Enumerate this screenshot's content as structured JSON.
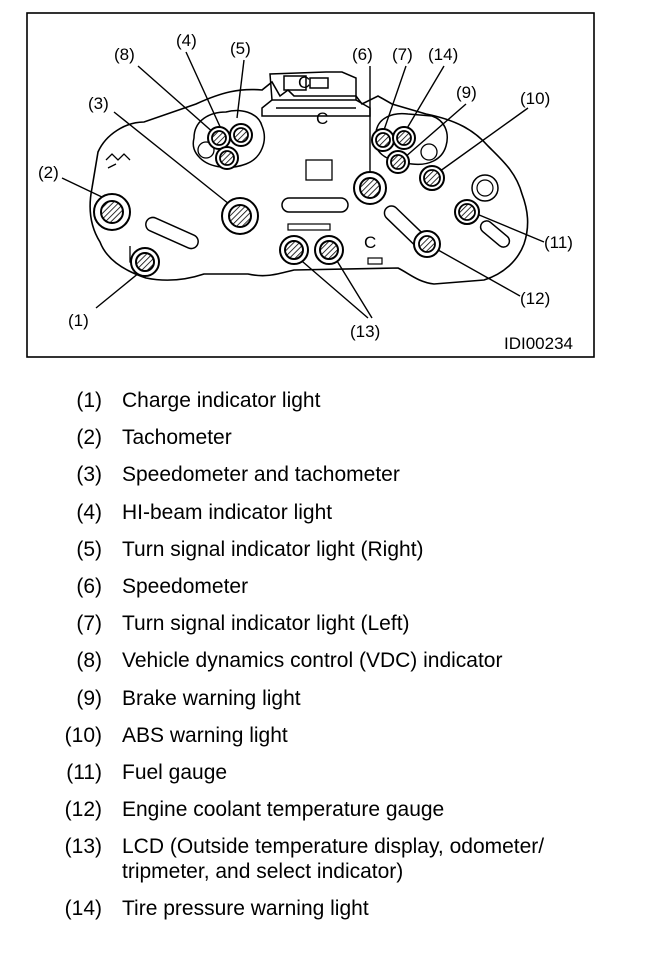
{
  "figure": {
    "id_label": "IDI00234",
    "callouts": [
      "(1)",
      "(2)",
      "(3)",
      "(4)",
      "(5)",
      "(6)",
      "(7)",
      "(8)",
      "(9)",
      "(10)",
      "(11)",
      "(12)",
      "(13)",
      "(14)"
    ],
    "plate_marks": [
      "C",
      "C",
      "C"
    ]
  },
  "legend": [
    {
      "num": "(1)",
      "text": "Charge indicator light"
    },
    {
      "num": "(2)",
      "text": "Tachometer"
    },
    {
      "num": "(3)",
      "text": "Speedometer and tachometer"
    },
    {
      "num": "(4)",
      "text": "HI-beam indicator light"
    },
    {
      "num": "(5)",
      "text": "Turn signal indicator light (Right)"
    },
    {
      "num": "(6)",
      "text": "Speedometer"
    },
    {
      "num": "(7)",
      "text": "Turn signal indicator light (Left)"
    },
    {
      "num": "(8)",
      "text": "Vehicle dynamics control (VDC) indicator"
    },
    {
      "num": "(9)",
      "text": "Brake warning light"
    },
    {
      "num": "(10)",
      "text": "ABS warning light"
    },
    {
      "num": "(11)",
      "text": "Fuel gauge"
    },
    {
      "num": "(12)",
      "text": "Engine coolant temperature gauge"
    },
    {
      "num": "(13)",
      "text": "LCD (Outside temperature display, odometer/\ntripmeter, and select indicator)"
    },
    {
      "num": "(14)",
      "text": "Tire pressure warning light"
    }
  ]
}
